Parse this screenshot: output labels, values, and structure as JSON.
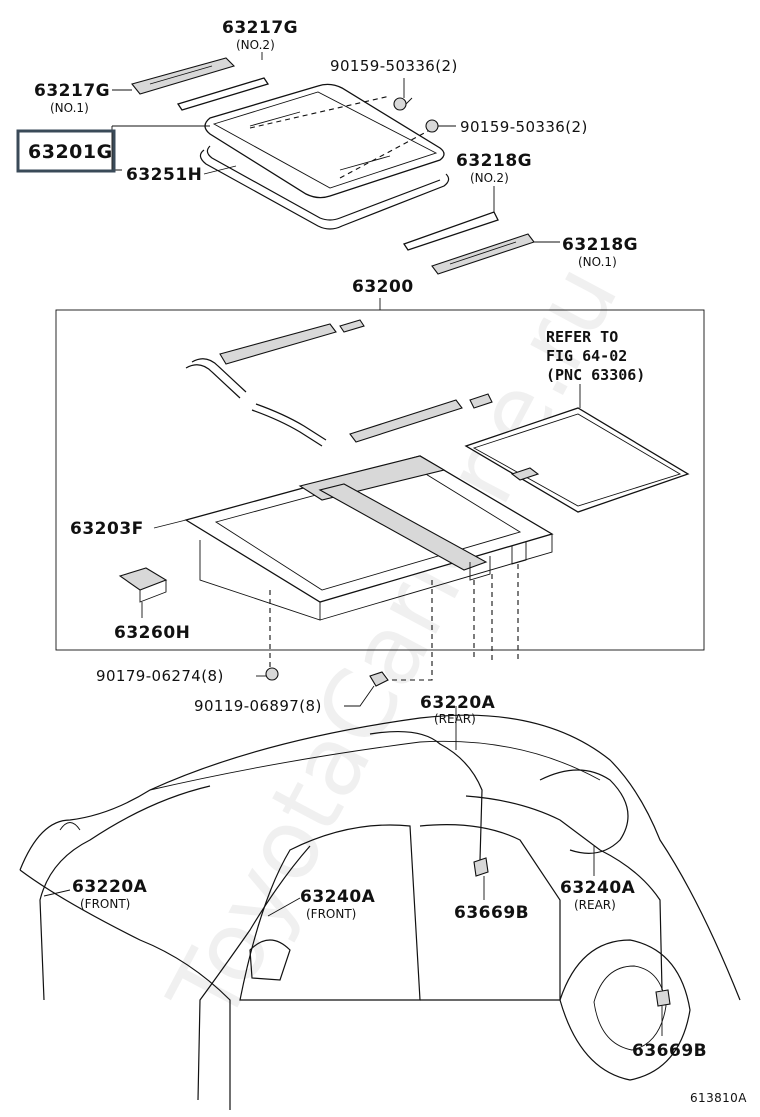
{
  "labels": {
    "p63217g_no2": "63217G",
    "p63217g_no2_sub": "(NO.2)",
    "p63217g_no1": "63217G",
    "p63217g_no1_sub": "(NO.1)",
    "p90159_a": "90159-50336(2)",
    "p90159_b": "90159-50336(2)",
    "p63201g": "63201G",
    "p63251h": "63251H",
    "p63218g_no2": "63218G",
    "p63218g_no2_sub": "(NO.2)",
    "p63218g_no1": "63218G",
    "p63218g_no1_sub": "(NO.1)",
    "p63200": "63200",
    "refer_line1": "REFER TO",
    "refer_line2": "FIG 64-02",
    "refer_line3": "(PNC 63306)",
    "p63203f": "63203F",
    "p63260h": "63260H",
    "p90179": "90179-06274(8)",
    "p90119": "90119-06897(8)",
    "p63220a_rear": "63220A",
    "p63220a_rear_sub": "(REAR)",
    "p63220a_front": "63220A",
    "p63220a_front_sub": "(FRONT)",
    "p63240a_front": "63240A",
    "p63240a_front_sub": "(FRONT)",
    "p63669b_a": "63669B",
    "p63240a_rear": "63240A",
    "p63240a_rear_sub": "(REAR)",
    "p63669b_b": "63669B",
    "figure_code": "613810A",
    "watermark": "ToyotaCarMine.ru"
  },
  "colors": {
    "line": "#111111",
    "highlight_box": "#3a4a58",
    "shade": "#d8d8d8"
  }
}
